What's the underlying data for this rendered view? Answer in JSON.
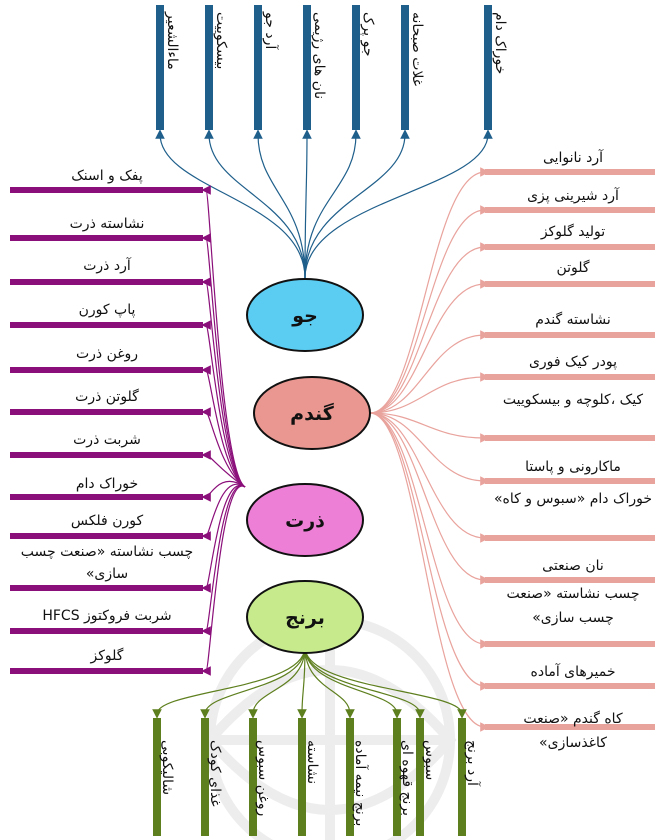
{
  "nodes": {
    "barley": {
      "label": "جو",
      "color": "#5bcdf3"
    },
    "wheat": {
      "label": "گندم",
      "color": "#e99790"
    },
    "corn": {
      "label": "ذرت",
      "color": "#ee7fd6"
    },
    "rice": {
      "label": "برنج",
      "color": "#c6ea8c"
    }
  },
  "barley_products": [
    "ماءالشعیر",
    "بیسکوییت",
    "آرد جو",
    "نان های رژیمی",
    "جو پرک",
    "غلات صبحانه",
    "خوراک دام"
  ],
  "corn_products": [
    "پفک و اسنک",
    "نشاسته ذرت",
    "آرد ذرت",
    "پاپ کورن",
    "روغن ذرت",
    "گلوتن ذرت",
    "شربت ذرت",
    "خوراک دام",
    "کورن فلکس",
    "چسب نشاسته «صنعت چسب سازی»",
    "شربت فروکتوز HFCS",
    "گلوکز"
  ],
  "wheat_products": [
    "آرد نانوایی",
    "آرد شیرینی پزی",
    "تولید گلوکز",
    "گلوتن",
    "نشاسته گندم",
    "پودر کیک فوری",
    "کیک ،کلوچه و بیسکوییت",
    "ماکارونی و پاستا",
    "خوراک دام «سبوس و کاه»",
    "نان صنعتی",
    "چسب نشاسته «صنعت چسب سازی»",
    "خمیرهای آماده",
    "کاه گندم «صنعت کاغذسازی»"
  ],
  "rice_products": [
    "شالیکوبی",
    "غذای کودک",
    "روغن سبوس",
    "نشاسته",
    "برنج نیمه آماده",
    "برنج قهوه ای",
    "سبوس",
    "آرد برنج"
  ],
  "colors": {
    "barley_line": "#1f5f8b",
    "corn_line": "#8b0f7a",
    "wheat_line": "#e9a39d",
    "rice_line": "#5e7f1e"
  }
}
